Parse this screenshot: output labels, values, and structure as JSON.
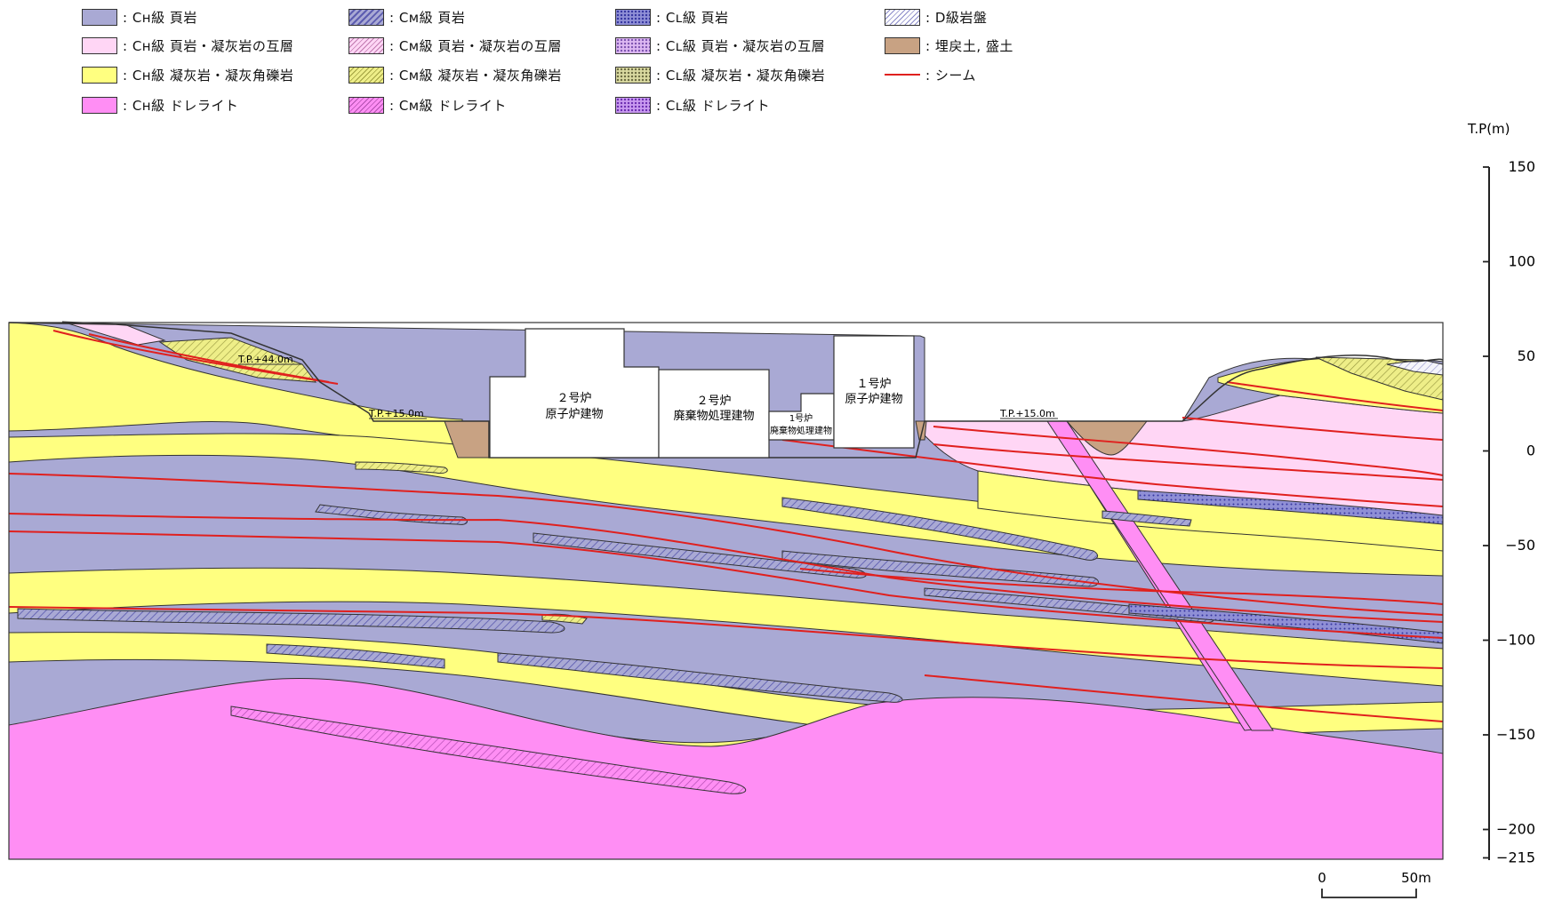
{
  "legend": [
    {
      "key": "ch_shale",
      "text": ": Cʜ級 頁岩",
      "fill": "#a9a9d4",
      "pattern": "solid"
    },
    {
      "key": "cm_shale",
      "text": ": Cᴍ級 頁岩",
      "fill": "#a9a9d4",
      "pattern": "hatch-dense"
    },
    {
      "key": "cl_shale",
      "text": ": Cʟ級 頁岩",
      "fill": "#8f8fd6",
      "pattern": "dots-dense"
    },
    {
      "key": "d_class",
      "text": ": D級岩盤",
      "fill": "#ffffff",
      "pattern": "hatch-gray"
    },
    {
      "key": "ch_alt",
      "text": ": Cʜ級 頁岩・凝灰岩の互層",
      "fill": "#ffd6f5",
      "pattern": "solid"
    },
    {
      "key": "cm_alt",
      "text": ": Cᴍ級 頁岩・凝灰岩の互層",
      "fill": "#ffd6f5",
      "pattern": "hatch"
    },
    {
      "key": "cl_alt",
      "text": ": Cʟ級 頁岩・凝灰岩の互層",
      "fill": "#ddb8f2",
      "pattern": "dots"
    },
    {
      "key": "fill_soil",
      "text": ": 埋戻土, 盛土",
      "fill": "#c8a283",
      "pattern": "solid"
    },
    {
      "key": "ch_tuff",
      "text": ": Cʜ級 凝灰岩・凝灰角礫岩",
      "fill": "#ffff80",
      "pattern": "solid"
    },
    {
      "key": "cm_tuff",
      "text": ": Cᴍ級 凝灰岩・凝灰角礫岩",
      "fill": "#eeee88",
      "pattern": "hatch"
    },
    {
      "key": "cl_tuff",
      "text": ": Cʟ級 凝灰岩・凝灰角礫岩",
      "fill": "#d9d9a0",
      "pattern": "dots"
    },
    {
      "key": "seam",
      "text": ": シーム",
      "fill": "#e0201e",
      "pattern": "line"
    },
    {
      "key": "ch_dol",
      "text": ": Cʜ級 ドレライト",
      "fill": "#ff8ef4",
      "pattern": "solid"
    },
    {
      "key": "cm_dol",
      "text": ": Cᴍ級 ドレライト",
      "fill": "#ff8ef4",
      "pattern": "hatch"
    },
    {
      "key": "cl_dol",
      "text": ": Cʟ級 ドレライト",
      "fill": "#c99af0",
      "pattern": "dots"
    }
  ],
  "axis": {
    "title": "T.P(m)",
    "ticks": [
      {
        "label": "150",
        "value": 150
      },
      {
        "label": "100",
        "value": 100
      },
      {
        "label": "50",
        "value": 50
      },
      {
        "label": "0",
        "value": 0
      },
      {
        "label": "−50",
        "value": -50
      },
      {
        "label": "−100",
        "value": -100
      },
      {
        "label": "−150",
        "value": -150
      },
      {
        "label": "−200",
        "value": -200
      },
      {
        "label": "−215",
        "value": -215
      }
    ]
  },
  "scale_bar": {
    "start": "0",
    "end": "50m"
  },
  "annotations": {
    "tp44": "T.P.+44.0m",
    "tp15_left": "T.P.+15.0m",
    "tp15_right": "T.P.+15.0m"
  },
  "buildings": {
    "unit2_reactor": [
      "２号炉",
      "原子炉建物"
    ],
    "unit2_waste": [
      "２号炉",
      "廃棄物処理建物"
    ],
    "unit1_waste": [
      "1号炉",
      "廃棄物処理建物"
    ],
    "unit1_reactor": [
      "１号炉",
      "原子炉建物"
    ]
  },
  "colors": {
    "ch_shale": "#a9a9d4",
    "ch_tuff": "#ffff80",
    "ch_alt": "#ffd6f5",
    "dolerite": "#ff8ef4",
    "fill_soil": "#c8a283",
    "seam": "#e0201e",
    "outline": "#333333"
  }
}
